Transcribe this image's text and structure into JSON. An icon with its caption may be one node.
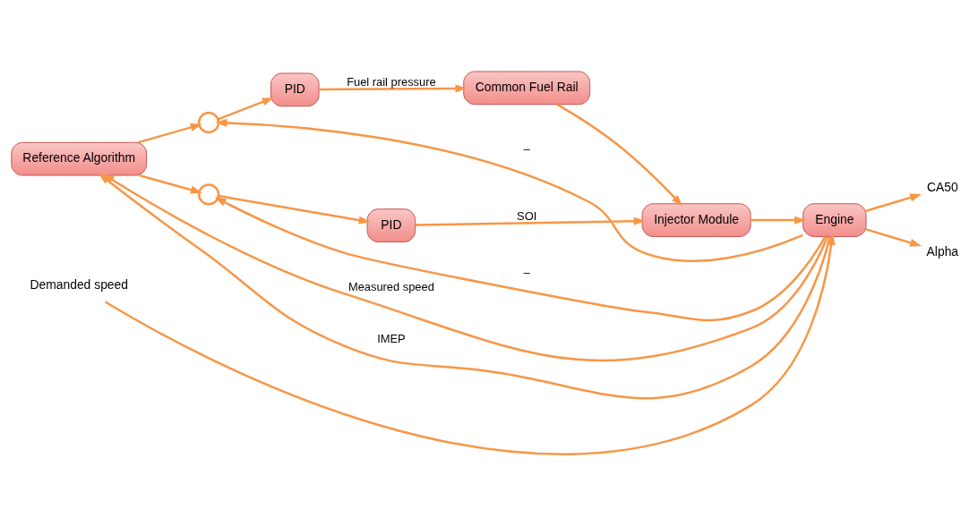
{
  "diagram": {
    "nodes": [
      {
        "text": [
          "Reference Algorithm"
        ]
      },
      {
        "text": [],
        "shape": "circle"
      },
      {
        "text": [
          "PID"
        ]
      },
      {
        "text": [
          "Common Fuel Rail"
        ]
      },
      {
        "text": [],
        "shape": "circle"
      },
      {
        "text": [
          "PID"
        ]
      },
      {
        "text": [
          "Injector Module"
        ]
      },
      {
        "text": [
          "Engine"
        ]
      },
      {
        "text": [
          "Demanded speed"
        ]
      },
      {
        "text": [
          "CA50"
        ]
      },
      {
        "text": [
          "Alpha"
        ]
      }
    ],
    "edges": [
      {
        "from": 0,
        "to": 1,
        "arrow": "to"
      },
      {
        "from": 1,
        "to": 2,
        "arrow": "to"
      },
      {
        "from": 2,
        "to": 3,
        "arrow": "to",
        "label": "Fuel rail pressure"
      },
      {
        "from": 3,
        "to": 6,
        "arrow": "to"
      },
      {
        "from": 0,
        "to": 4,
        "arrow": "to"
      },
      {
        "from": 4,
        "to": 5,
        "arrow": "to"
      },
      {
        "from": 5,
        "to": 6,
        "arrow": "to",
        "label": "SOI"
      },
      {
        "from": 6,
        "to": 7,
        "arrow": "to"
      },
      {
        "from": 8,
        "to": 7,
        "arrow": "to"
      },
      {
        "from": 7,
        "to": 9,
        "arrow": "to"
      },
      {
        "from": 7,
        "to": 10,
        "arrow": "to"
      },
      {
        "from": 7,
        "to": 1,
        "arrow": "to",
        "label": "–"
      },
      {
        "from": 7,
        "to": 4,
        "arrow": "to",
        "label": "–"
      },
      {
        "from": 7,
        "to": 0,
        "arrow": "to",
        "label": "Measured speed"
      },
      {
        "from": 7,
        "to": 0,
        "arrow": "to",
        "label": "IMEP"
      }
    ]
  }
}
